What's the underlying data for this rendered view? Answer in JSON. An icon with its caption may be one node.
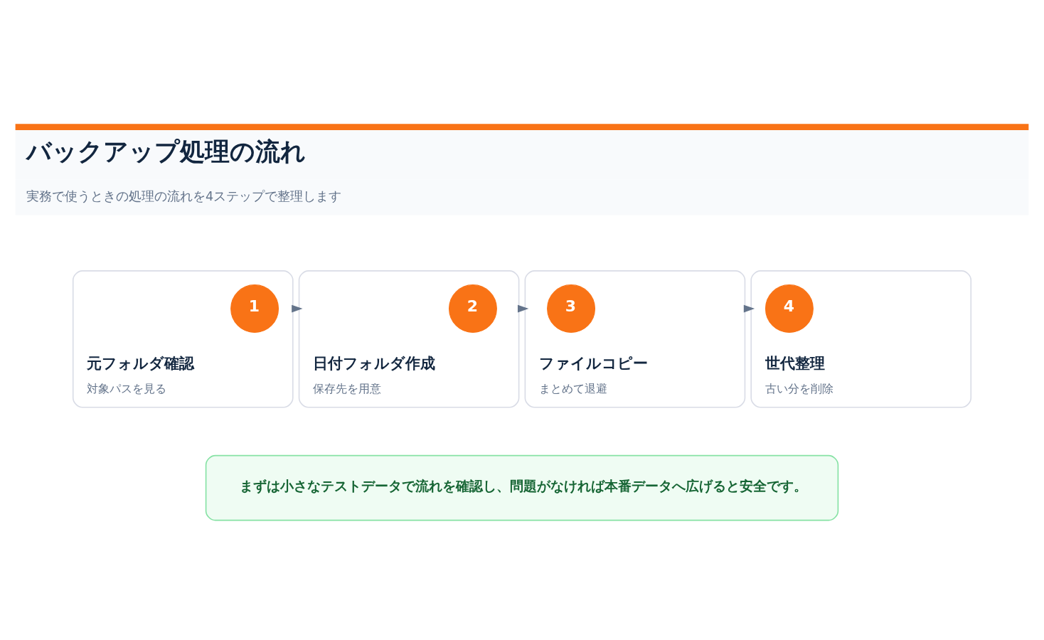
{
  "diagram": {
    "title": "バックアップ処理の流れ",
    "caption": "実務で使うときの処理の流れを4ステップで整理します",
    "nodes": [
      {
        "text": [
          "元フォルダ確認",
          "対象パスを見る"
        ]
      },
      {
        "text": [
          "1"
        ],
        "in": 0
      },
      {
        "text": [
          "日付フォルダ作成",
          "保存先を用意"
        ]
      },
      {
        "text": [
          "2"
        ],
        "in": 2
      },
      {
        "text": [
          "ファイルコピー",
          "まとめて退避"
        ]
      },
      {
        "text": [
          "3"
        ],
        "in": 4
      },
      {
        "text": [
          "世代整理",
          "古い分を削除"
        ]
      },
      {
        "text": [
          "4"
        ],
        "in": 6
      },
      {
        "text": [
          "まずは小さなテストデータで流れを確認し、問題がなければ本番データへ広げると安全です。"
        ]
      }
    ],
    "edges": [
      {
        "from": 0,
        "to": 2,
        "arrow": "to"
      },
      {
        "from": 2,
        "to": 4,
        "arrow": "to"
      },
      {
        "from": 4,
        "to": 6,
        "arrow": "to"
      }
    ]
  }
}
